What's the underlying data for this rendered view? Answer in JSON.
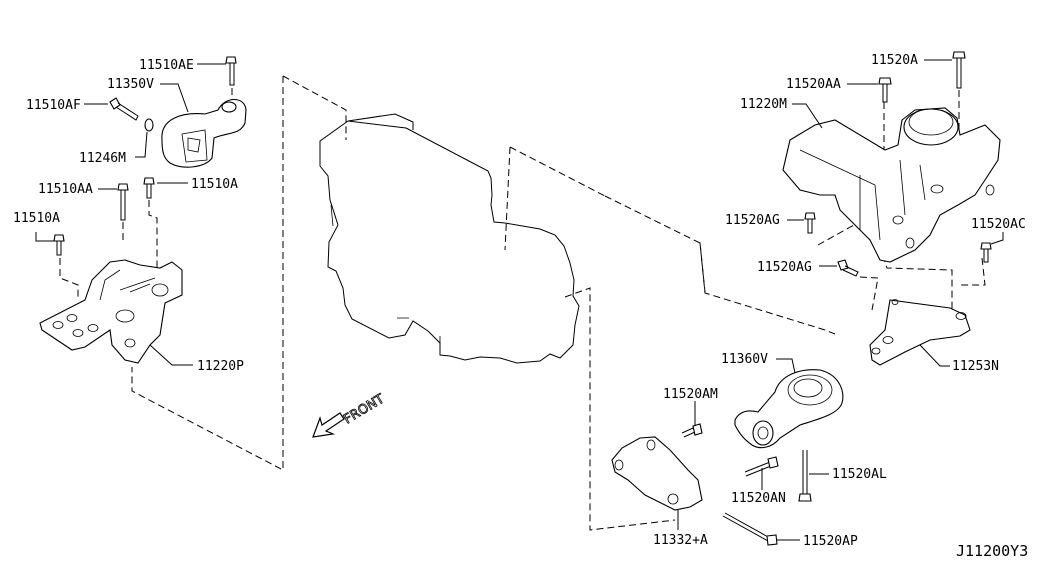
{
  "diagram": {
    "title_code": "J11200Y3",
    "direction_label": "FRONT",
    "parts": [
      {
        "id": "11510AE",
        "label": "11510AE"
      },
      {
        "id": "11350V",
        "label": "11350V"
      },
      {
        "id": "11510AF",
        "label": "11510AF"
      },
      {
        "id": "11246M",
        "label": "11246M"
      },
      {
        "id": "11510AA",
        "label": "11510AA"
      },
      {
        "id": "11510A_top",
        "label": "11510A"
      },
      {
        "id": "11510A_left",
        "label": "11510A"
      },
      {
        "id": "11220P",
        "label": "11220P"
      },
      {
        "id": "11520A",
        "label": "11520A"
      },
      {
        "id": "11520AA",
        "label": "11520AA"
      },
      {
        "id": "11220M",
        "label": "11220M"
      },
      {
        "id": "11520AG_1",
        "label": "11520AG"
      },
      {
        "id": "11520AG_2",
        "label": "11520AG"
      },
      {
        "id": "11520AC",
        "label": "11520AC"
      },
      {
        "id": "11253N",
        "label": "11253N"
      },
      {
        "id": "11360V",
        "label": "11360V"
      },
      {
        "id": "11520AM",
        "label": "11520AM"
      },
      {
        "id": "11520AL",
        "label": "11520AL"
      },
      {
        "id": "11520AN",
        "label": "11520AN"
      },
      {
        "id": "11332A",
        "label": "11332+A"
      },
      {
        "id": "11520AP",
        "label": "11520AP"
      }
    ]
  }
}
